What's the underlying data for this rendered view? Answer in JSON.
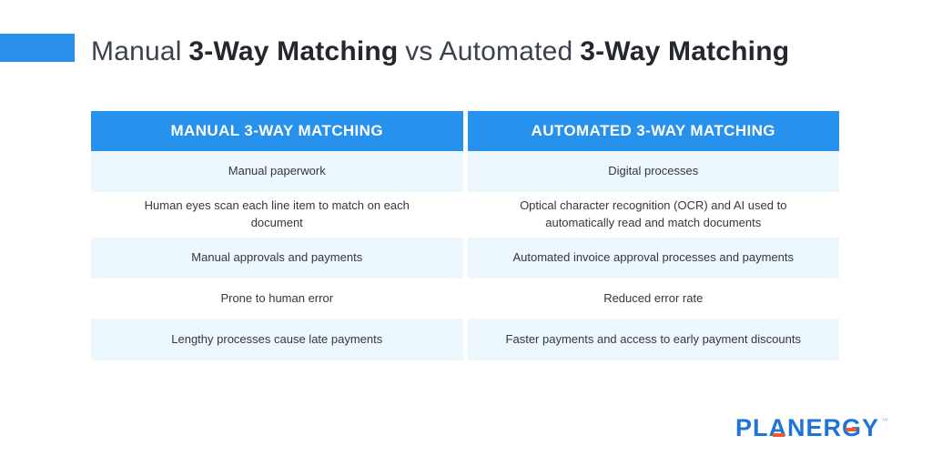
{
  "title": {
    "part1": "Manual",
    "bold1": "3-Way Matching",
    "part2": "vs Automated",
    "bold2": "3-Way Matching"
  },
  "table": {
    "headers": [
      "Manual 3-Way Matching",
      "Automated 3-Way Matching"
    ],
    "rows": [
      {
        "left": "Manual paperwork",
        "right": "Digital processes"
      },
      {
        "left": "Human eyes scan each line item to match on each document",
        "right": "Optical character recognition (OCR) and AI used to automatically read and match documents"
      },
      {
        "left": "Manual approvals and payments",
        "right": "Automated invoice approval processes and payments"
      },
      {
        "left": "Prone to human error",
        "right": "Reduced error rate"
      },
      {
        "left": "Lengthy processes cause late payments",
        "right": "Faster payments and access to early payment discounts"
      }
    ]
  },
  "logo": {
    "text": "PLANERGY",
    "tm": "™"
  },
  "colors": {
    "accent_blue": "#2b90ec",
    "header_blue": "#2791ee",
    "row_light_blue": "#ecf8fd",
    "title_dark": "#24272d",
    "logo_blue": "#1f74d8",
    "logo_orange": "#f15a24"
  }
}
